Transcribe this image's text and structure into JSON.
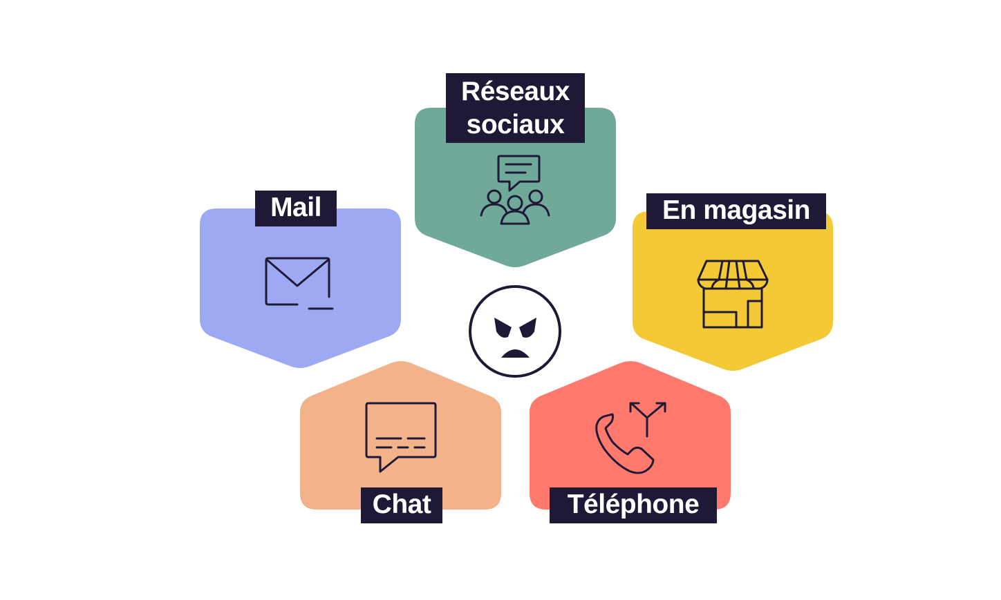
{
  "channels": {
    "reseaux": {
      "line1": "Réseaux",
      "line2": "sociaux",
      "color": "#6fa99a",
      "icon": "social-group-chat-icon"
    },
    "mail": {
      "label": "Mail",
      "color": "#9da9f2",
      "icon": "mail-icon"
    },
    "magasin": {
      "label": "En magasin",
      "color": "#f4c936",
      "icon": "store-icon"
    },
    "chat": {
      "label": "Chat",
      "color": "#f2b28a",
      "icon": "chat-bubble-icon"
    },
    "telephone": {
      "label": "Téléphone",
      "color": "#ff7a6c",
      "icon": "phone-transfer-icon"
    }
  },
  "center": {
    "icon": "angry-face-icon"
  },
  "colors": {
    "label_background": "#1f1935",
    "label_text": "#ffffff",
    "stroke": "#1f1935"
  }
}
